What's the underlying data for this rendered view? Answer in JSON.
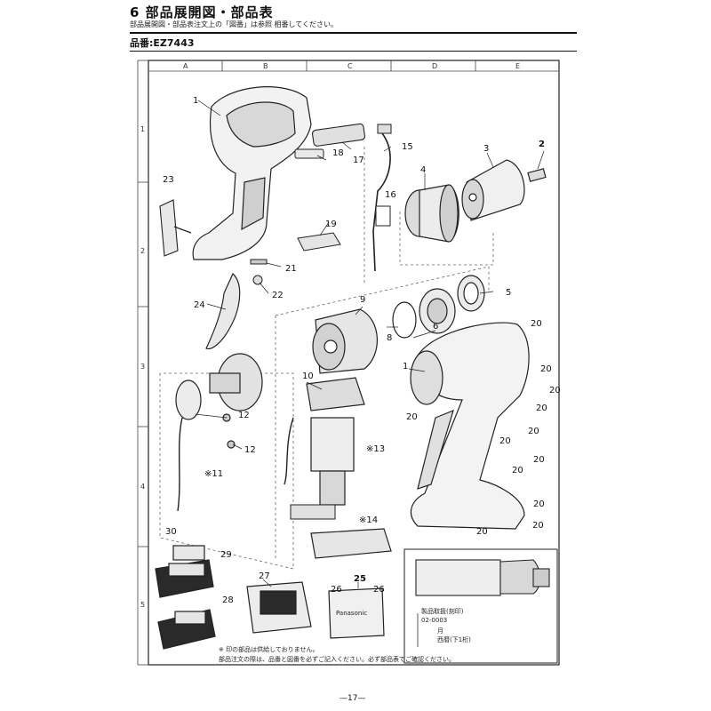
{
  "header": {
    "title": "6 部品展開図・部品表",
    "subtitle": "部品展開図・部品表注文上の「図番」は参照 相番してください。",
    "model": "品番:EZ7443"
  },
  "grid": {
    "columns": [
      "A",
      "B",
      "C",
      "D",
      "E"
    ],
    "rows": [
      "1",
      "2",
      "3",
      "4",
      "5"
    ]
  },
  "parts": {
    "p1a": "1",
    "p1b": "1",
    "p2": "2",
    "p3": "3",
    "p4": "4",
    "p5": "5",
    "p6": "6",
    "p8": "8",
    "p9": "9",
    "p10": "10",
    "p11": "※11",
    "p12a": "12",
    "p12b": "12",
    "p13": "※13",
    "p14": "※14",
    "p15": "15",
    "p16": "16",
    "p17": "17",
    "p18": "18",
    "p19": "19",
    "p20a": "20",
    "p20b": "20",
    "p20c": "20",
    "p20d": "20",
    "p20e": "20",
    "p20f": "20",
    "p20g": "20",
    "p20h": "20",
    "p20i": "20",
    "p20j": "20",
    "p20k": "20",
    "p20l": "20",
    "p21": "21",
    "p22": "22",
    "p23": "23",
    "p24": "24",
    "p25": "25",
    "p26a": "26",
    "p26b": "26",
    "p27": "27",
    "p28": "28",
    "p29": "29",
    "p30": "30"
  },
  "inset": {
    "brand": "Panasonic",
    "note1": "製品取扱(刻印)",
    "note2": "02-0003",
    "note3": "月",
    "note4": "西暦(下1桁)"
  },
  "footer": {
    "note1": "※ 印の部品は供給しておりません。",
    "note2": "部品注文の際は、品番と図番を必ずご記入ください。必ず部品表でご確認ください。",
    "page": "—17—"
  }
}
